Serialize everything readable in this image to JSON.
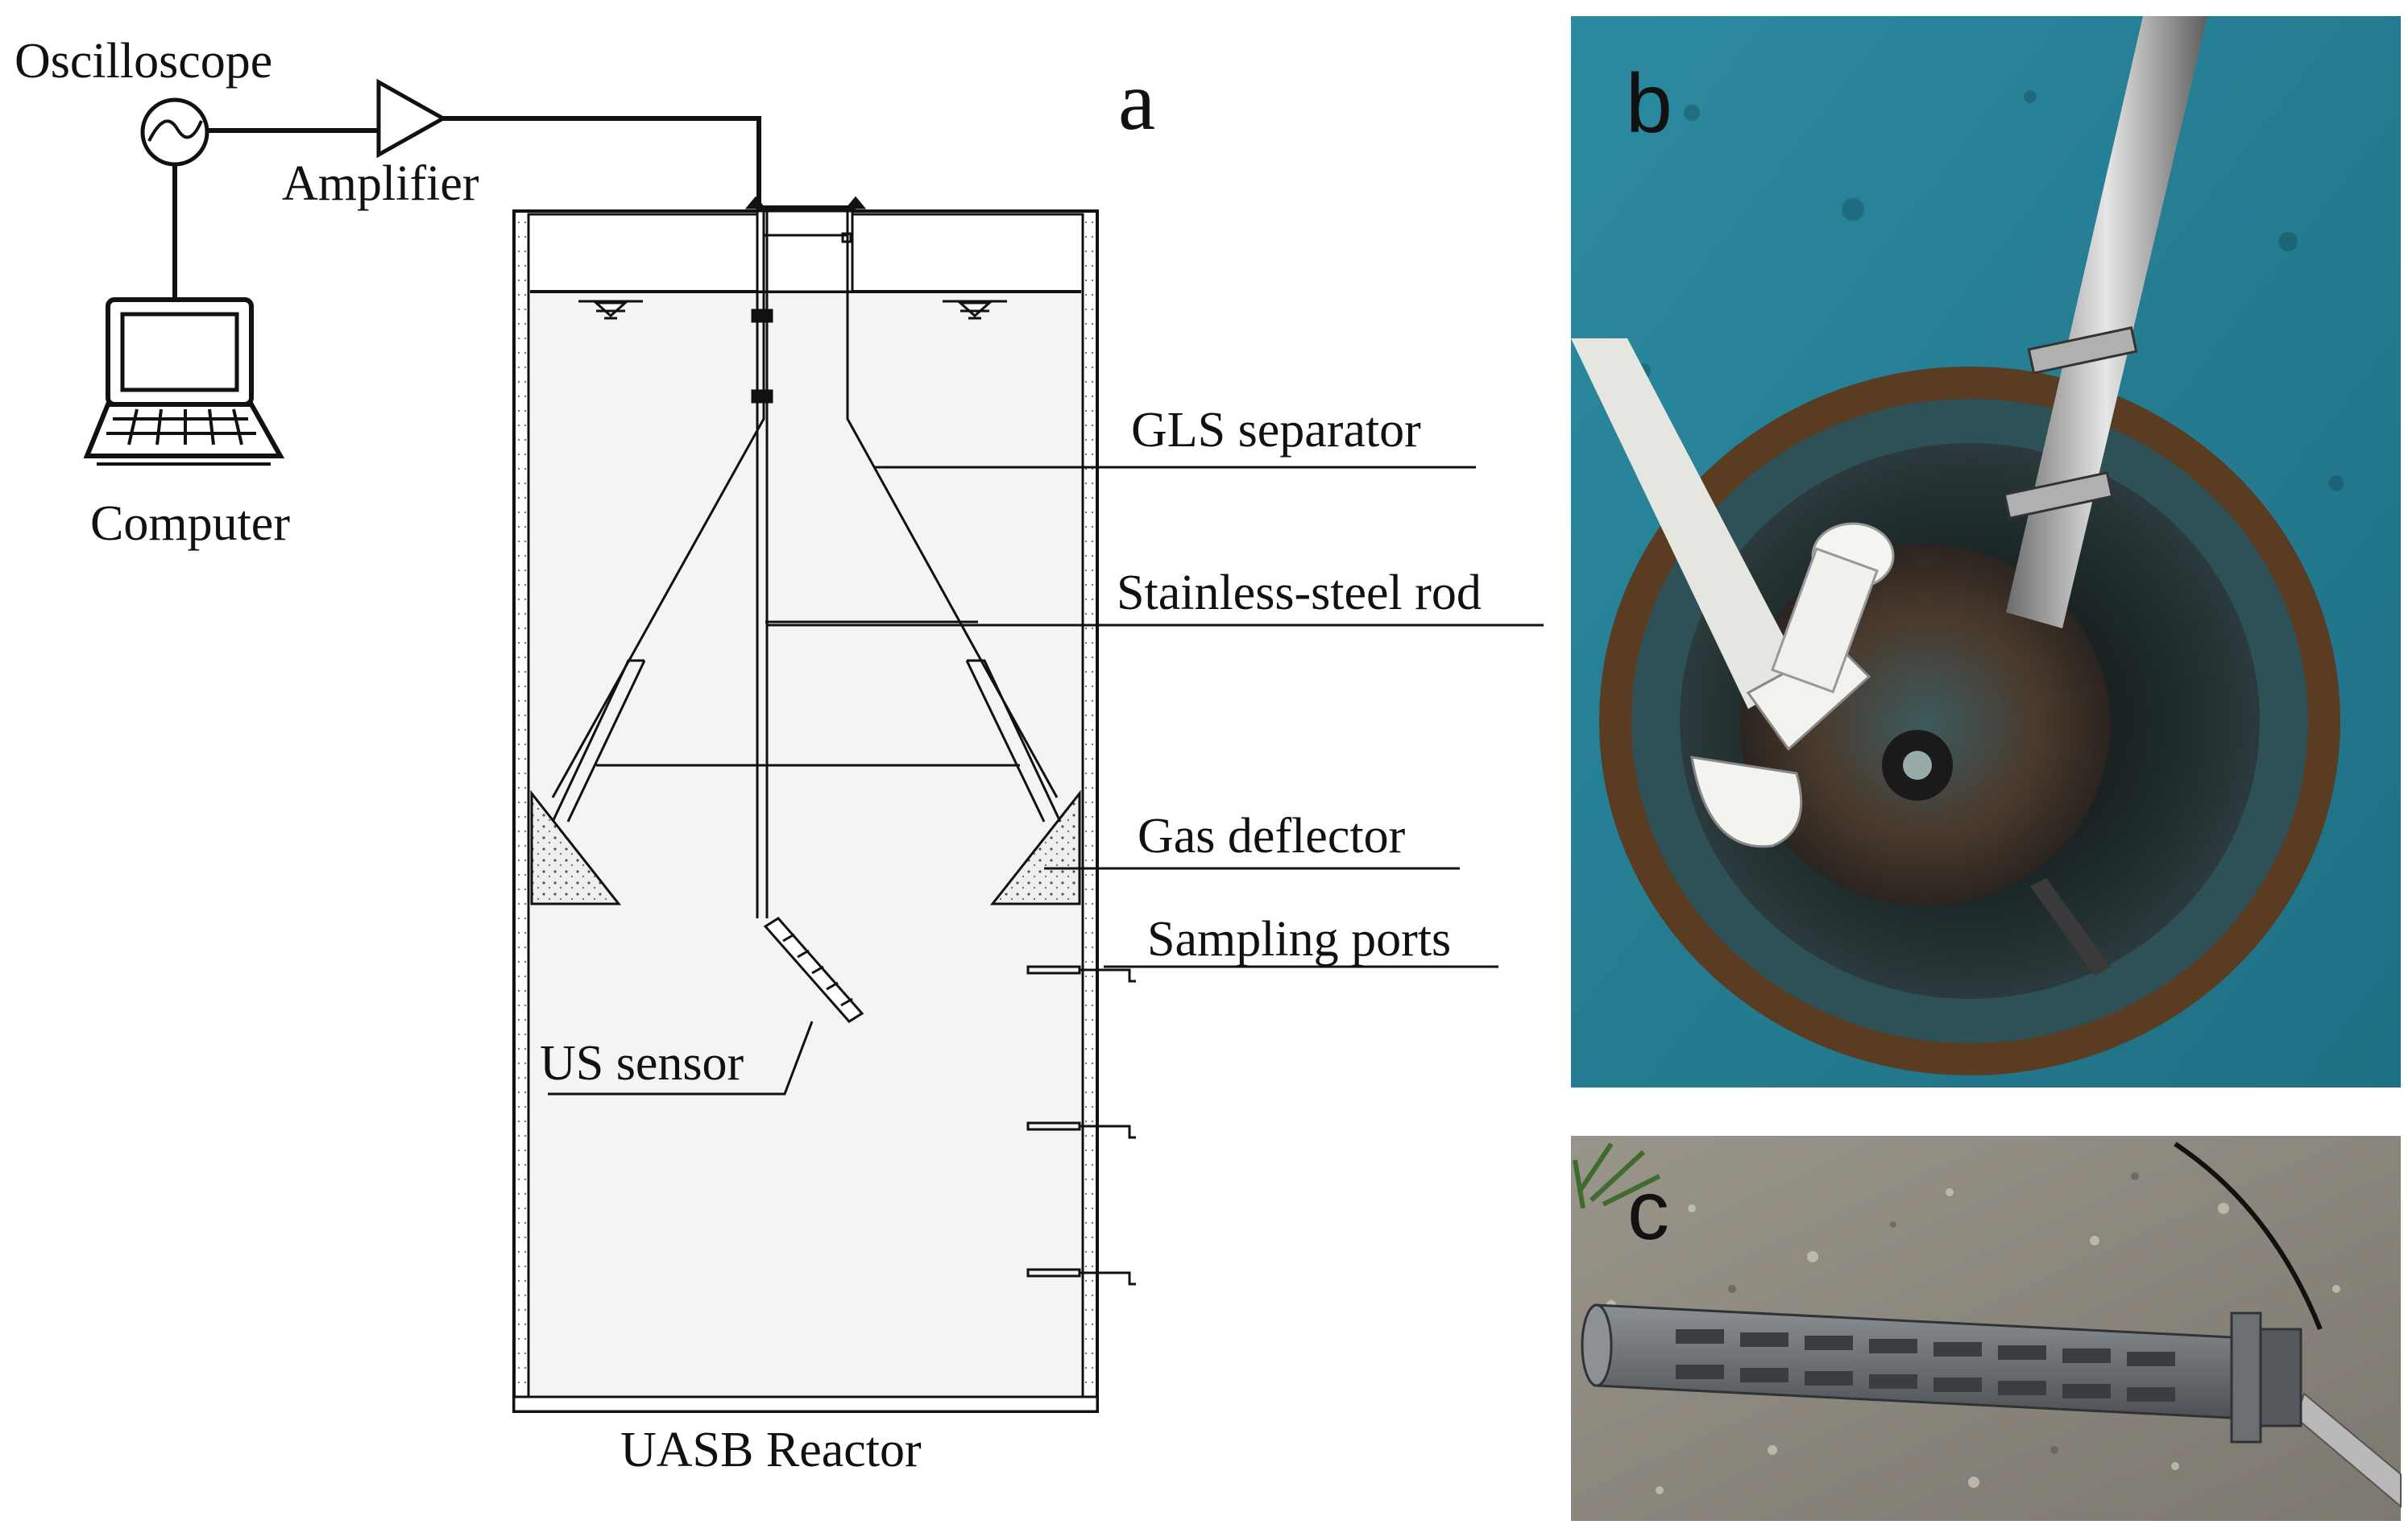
{
  "panels": {
    "a": "a",
    "b": "b",
    "c": "c"
  },
  "labels": {
    "oscilloscope": "Oscilloscope",
    "amplifier": "Amplifier",
    "computer": "Computer",
    "gls_separator": "GLS separator",
    "stainless_steel_rod": "Stainless-steel rod",
    "gas_deflector": "Gas deflector",
    "sampling_ports": "Sampling ports",
    "us_sensor": "US sensor",
    "uasb_reactor": "UASB Reactor"
  },
  "colors": {
    "line": "#111111",
    "liquid": "#f4f4f4",
    "wall_fill": "#f7f7f7",
    "sand": "#d9d9d9",
    "photo_b_water": "#2f8b9f",
    "photo_b_dark": "#141414",
    "photo_c_ground": "#8f8a80",
    "sensor_grey": "#6e7377"
  },
  "photos": {
    "b_subject": "top view into reactor opening",
    "c_subject": "ultrasonic sensor with slotted housing"
  }
}
